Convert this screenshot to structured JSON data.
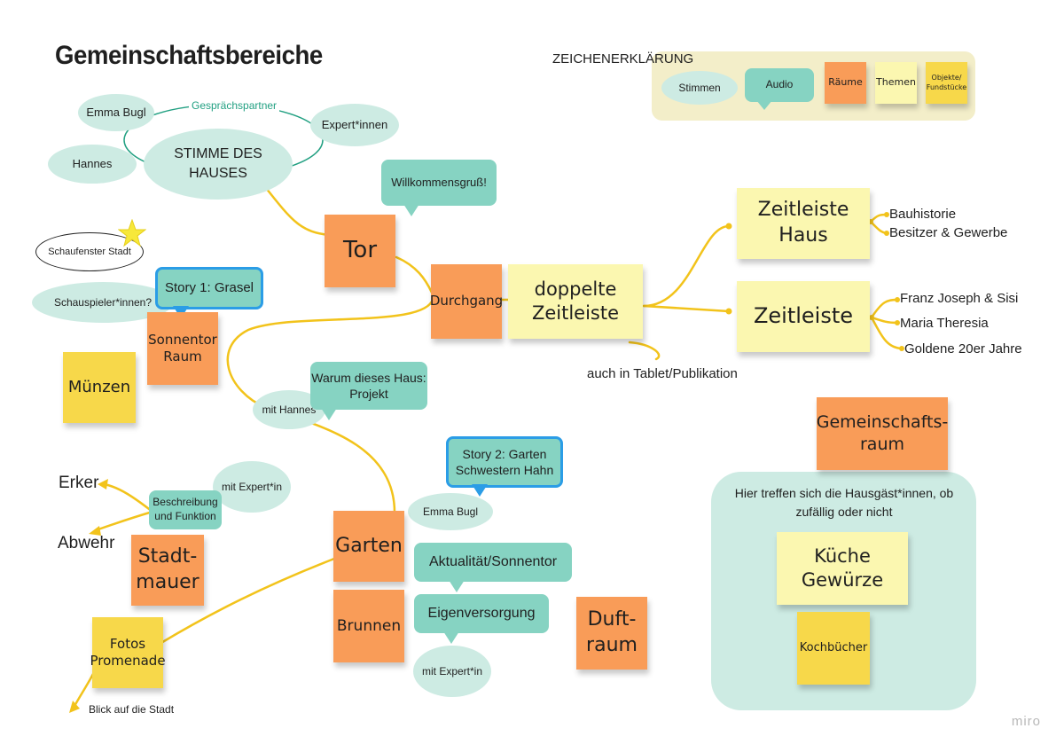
{
  "page_title": "Gemeinschaftsbereiche",
  "legend": {
    "title": "ZEICHENERKLÄRUNG",
    "voices": "Stimmen",
    "audio": "Audio",
    "rooms": "Räume",
    "themes": "Themen",
    "objects": "Objekte/ Fundstücke"
  },
  "voices": {
    "center": "STIMME DES HAUSES",
    "partners_label": "Gesprächspartner",
    "emma": "Emma Bugl",
    "hannes": "Hannes",
    "experts": "Expert*innen",
    "actors": "Schauspieler*innen?",
    "mit_hannes": "mit Hannes",
    "mit_expertin_1": "mit Expert*in",
    "emma_2": "Emma Bugl",
    "mit_expertin_2": "mit Expert*in"
  },
  "schaufenster": "Schaufenster Stadt",
  "audio": {
    "welcome": "Willkommensgruß!",
    "story1": "Story 1: Grasel",
    "warum": "Warum dieses Haus: Projekt",
    "beschreibung": "Beschreibung und Funktion",
    "story2": "Story 2: Garten Schwestern Hahn",
    "aktualitaet": "Aktualität/Sonnentor",
    "eigenversorgung": "Eigenversorgung"
  },
  "rooms": {
    "tor": "Tor",
    "durchgang": "Durchgang",
    "sonnentor": "Sonnentor Raum",
    "stadtmauer": "Stadt- mauer",
    "garten": "Garten",
    "brunnen": "Brunnen",
    "duftraum": "Duft- raum",
    "gemeinschaftsraum": "Gemeinschafts- raum"
  },
  "themes": {
    "doppelte": "doppelte Zeitleiste",
    "zeitleiste_haus": "Zeitleiste Haus",
    "zeitleiste": "Zeitleiste",
    "kueche": "Küche Gewürze"
  },
  "objects": {
    "muenzen": "Münzen",
    "fotos": "Fotos Promenade",
    "kochbuecher": "Kochbücher"
  },
  "labels": {
    "bauhistorie": "Bauhistorie",
    "besitzer": "Besitzer & Gewerbe",
    "franz": "Franz Joseph & Sisi",
    "maria": "Maria Theresia",
    "goldene": "Goldene 20er Jahre",
    "tablet": "auch in Tablet/Publikation",
    "erker": "Erker",
    "abwehr": "Abwehr",
    "blick": "Blick auf die Stadt",
    "panel_text": "Hier treffen sich die Hausgäst*innen, ob zufällig oder nicht",
    "miro": "miro"
  },
  "colors": {
    "connector": "#f2c31b",
    "voice": "#cdebe3",
    "audio": "#86d3c2",
    "room": "#f99c58",
    "theme": "#fbf7b0",
    "object": "#f7d84a",
    "legend_bg": "#f3eec9",
    "story_border": "#2b9de6"
  },
  "icons": {
    "star": "star-icon",
    "arrow": "arrow-icon"
  }
}
